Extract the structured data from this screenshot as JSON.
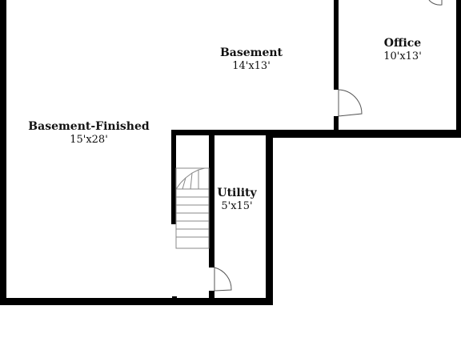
{
  "rooms": {
    "basement": {
      "name": "Basement",
      "dimensions": "14'x13'"
    },
    "office": {
      "name": "Office",
      "dimensions": "10'x13'"
    },
    "basement_finished": {
      "name": "Basement-Finished",
      "dimensions": "15'x28'"
    },
    "utility": {
      "name": "Utility",
      "dimensions": "5'x15'"
    }
  },
  "colors": {
    "wall": "#000000",
    "background": "#ffffff"
  }
}
